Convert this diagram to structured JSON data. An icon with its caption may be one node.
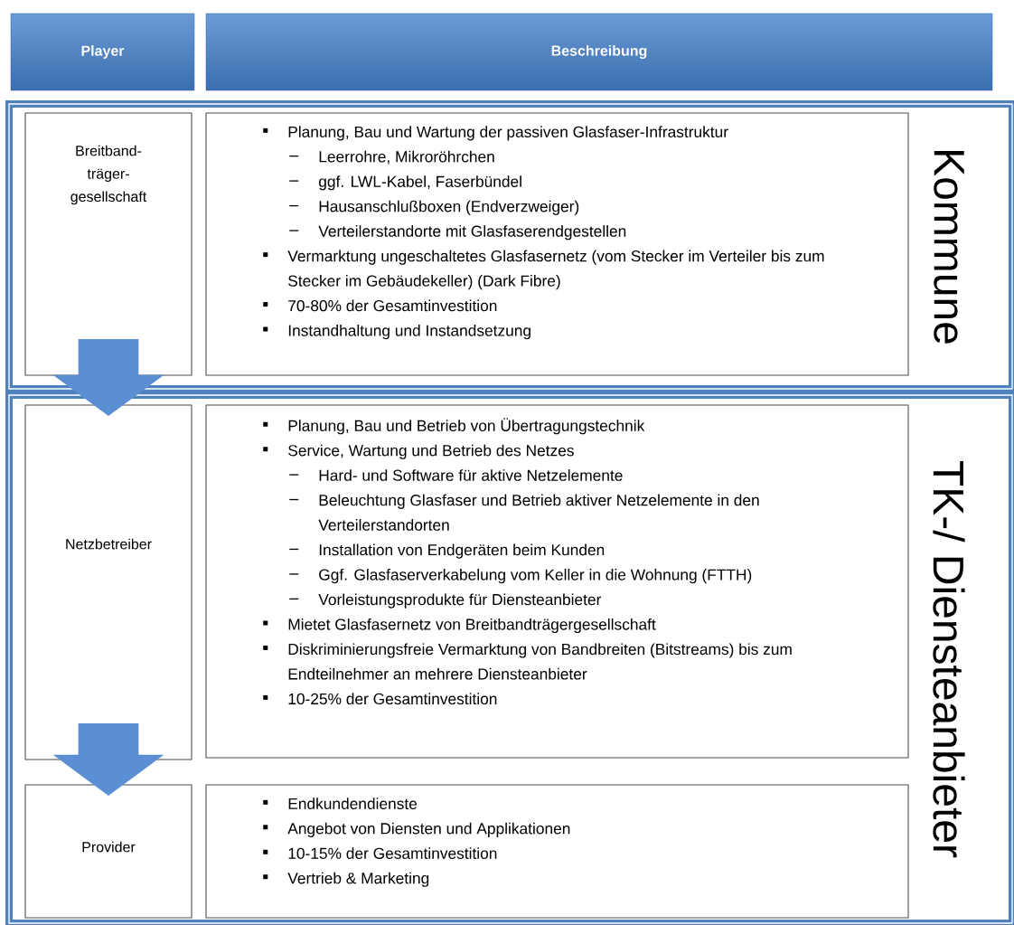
{
  "diagram": {
    "nodes": [
      {
        "text": [
          "Player"
        ]
      },
      {
        "text": [
          "Beschreibung"
        ]
      },
      {
        "text": [
          "Kommune"
        ]
      },
      {
        "text": [
          "Breitband- träger- gesellschaft"
        ],
        "in": 2
      },
      {
        "text": [
          "Planung, Bau und Wartung der passiven Glasfaser-Infrastruktur",
          "Leerrohre, Mikroröhrchen",
          "ggf. LWL-Kabel, Faserbündel",
          "Hausanschlußboxen (Endverzweiger)",
          "Verteilerstandorte mit Glasfaserendgestellen",
          "Vermarktung ungeschaltetes Glasfasernetz (vom Stecker im Verteiler bis zum Stecker im Gebäudekeller) (Dark Fibre)",
          "70-80% der Gesamtinvestition",
          "Instandhaltung und Instandsetzung"
        ],
        "in": 2
      },
      {
        "text": [
          "TK-/ Diensteanbieter"
        ]
      },
      {
        "text": [
          "Netzbetreiber"
        ],
        "in": 5
      },
      {
        "text": [
          "Planung, Bau und Betrieb von Übertragungstechnik",
          "Service, Wartung und Betrieb des Netzes",
          "Hard- und Software für aktive Netzelemente",
          "Beleuchtung Glasfaser und Betrieb aktiver Netzelemente in den Verteilerstandorten",
          "Installation von Endgeräten beim Kunden",
          "Ggf. Glasfaserverkabelung vom Keller in die Wohnung (FTTH)",
          "Vorleistungsprodukte für Diensteanbieter",
          "Mietet Glasfasernetz von Breitbandträgergesellschaft",
          "Diskriminierungsfreie Vermarktung von Bandbreiten (Bitstreams) bis zum Endteilnehmer an mehrere Diensteanbieter",
          "10-25% der Gesamtinvestition"
        ],
        "in": 5
      },
      {
        "text": [
          "Provider"
        ],
        "in": 5
      },
      {
        "text": [
          "Endkundendienste",
          "Angebot von Diensten und Applikationen",
          "10-15% der Gesamtinvestition",
          "Vertrieb & Marketing"
        ],
        "in": 5
      }
    ],
    "edges": [
      {
        "from": 3,
        "to": 6,
        "arrow": "to"
      },
      {
        "from": 6,
        "to": 8,
        "arrow": "to"
      }
    ]
  }
}
